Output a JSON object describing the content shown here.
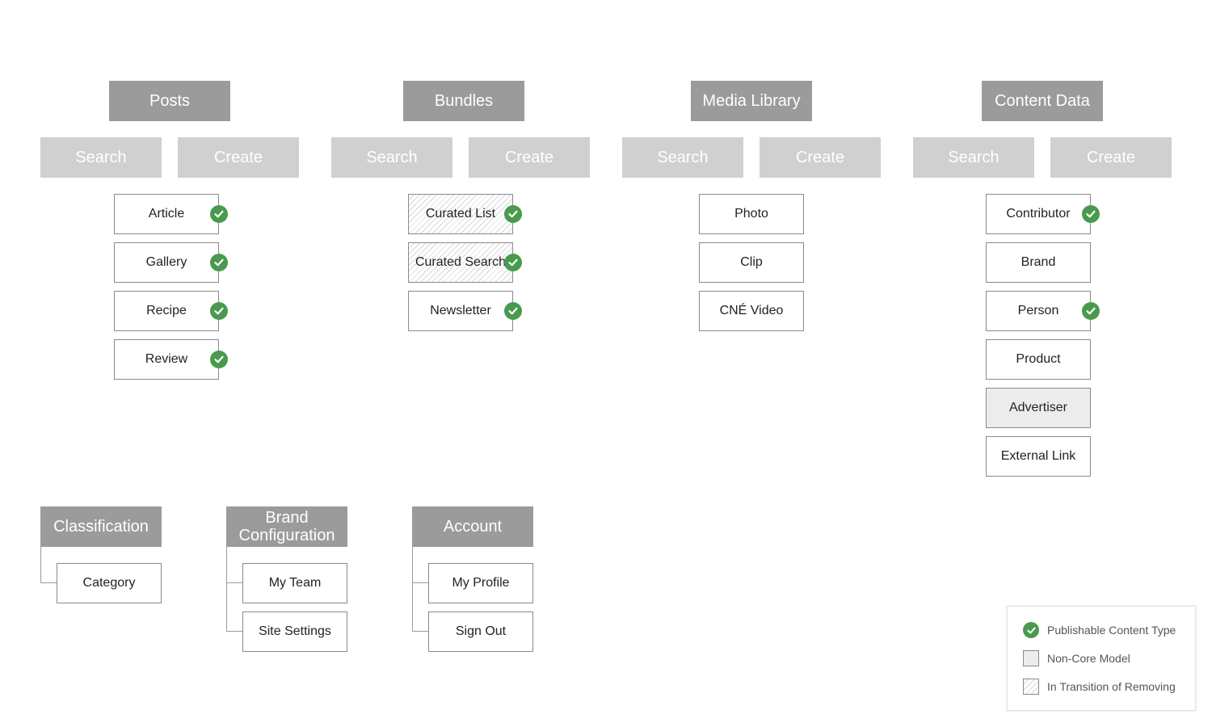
{
  "groups": {
    "posts": {
      "title": "Posts",
      "search": "Search",
      "create": "Create",
      "items": [
        {
          "label": "Article",
          "publishable": true
        },
        {
          "label": "Gallery",
          "publishable": true
        },
        {
          "label": "Recipe",
          "publishable": true
        },
        {
          "label": "Review",
          "publishable": true
        }
      ]
    },
    "bundles": {
      "title": "Bundles",
      "search": "Search",
      "create": "Create",
      "items": [
        {
          "label": "Curated List",
          "publishable": true,
          "state": "in-transition-of-removing"
        },
        {
          "label": "Curated Search",
          "publishable": true,
          "state": "in-transition-of-removing"
        },
        {
          "label": "Newsletter",
          "publishable": true
        }
      ]
    },
    "media_library": {
      "title": "Media Library",
      "search": "Search",
      "create": "Create",
      "items": [
        {
          "label": "Photo",
          "publishable": false
        },
        {
          "label": "Clip",
          "publishable": false
        },
        {
          "label": "CNÉ Video",
          "publishable": false
        }
      ]
    },
    "content_data": {
      "title": "Content Data",
      "search": "Search",
      "create": "Create",
      "items": [
        {
          "label": "Contributor",
          "publishable": true
        },
        {
          "label": "Brand",
          "publishable": false
        },
        {
          "label": "Person",
          "publishable": true
        },
        {
          "label": "Product",
          "publishable": false
        },
        {
          "label": "Advertiser",
          "publishable": false,
          "state": "non-core-model"
        },
        {
          "label": "External Link",
          "publishable": false
        }
      ]
    },
    "classification": {
      "title": "Classification",
      "items": [
        {
          "label": "Category"
        }
      ]
    },
    "brand_configuration": {
      "title": "Brand Configuration",
      "items": [
        {
          "label": "My Team"
        },
        {
          "label": "Site Settings"
        }
      ]
    },
    "account": {
      "title": "Account",
      "items": [
        {
          "label": "My Profile"
        },
        {
          "label": "Sign Out"
        }
      ]
    }
  },
  "legend": {
    "publishable": "Publishable Content Type",
    "non_core": "Non-Core Model",
    "in_transition": "In Transition of Removing"
  },
  "colors": {
    "header": "#9b9b9b",
    "action": "#d0d0d0",
    "check": "#4a9a4e",
    "non_core": "#ececec"
  }
}
